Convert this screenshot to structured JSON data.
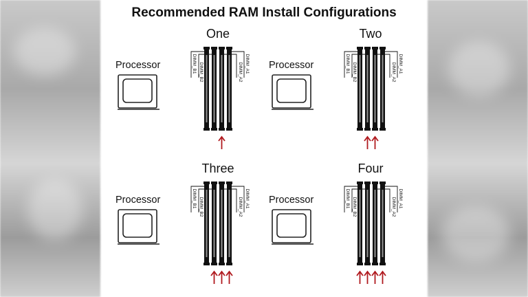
{
  "title": "Recommended RAM Install Configurations",
  "processor_label": "Processor",
  "slot_labels": [
    "DIMM_B1",
    "DIMM_B2",
    "DIMM_A2",
    "DIMM_A1"
  ],
  "colors": {
    "slot": "#111111",
    "arrow": "#b0191e",
    "frame": "#222222"
  },
  "configurations": [
    {
      "name": "One",
      "populated_slots": [
        "DIMM_A2"
      ]
    },
    {
      "name": "Two",
      "populated_slots": [
        "DIMM_B2",
        "DIMM_A2"
      ]
    },
    {
      "name": "Three",
      "populated_slots": [
        "DIMM_B2",
        "DIMM_A1",
        "DIMM_A2"
      ]
    },
    {
      "name": "Four",
      "populated_slots": [
        "DIMM_B1",
        "DIMM_B2",
        "DIMM_A1",
        "DIMM_A2"
      ]
    }
  ]
}
